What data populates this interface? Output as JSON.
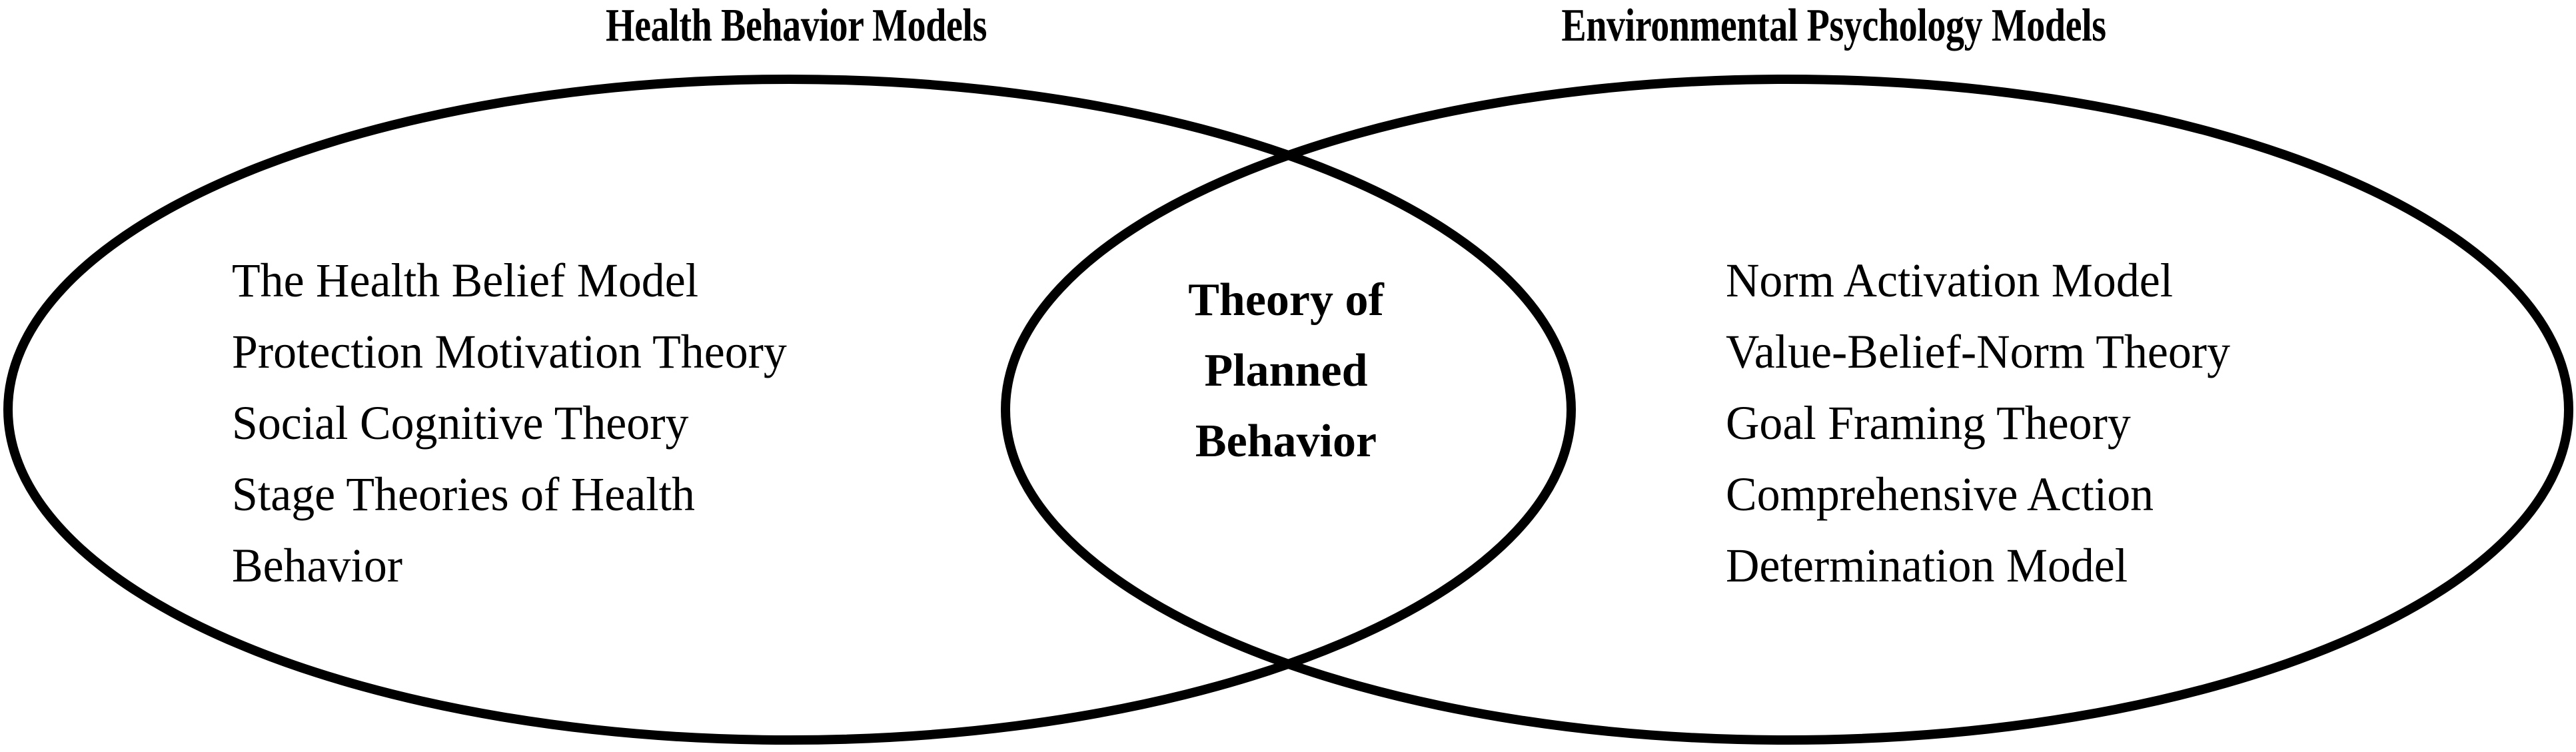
{
  "diagram": {
    "type": "venn",
    "background_color": "#ffffff",
    "stroke_color": "#000000",
    "stroke_width": 14
  },
  "titles": {
    "left": "Health Behavior Models",
    "right": "Environmental Psychology Models"
  },
  "left_set": {
    "label": "Health Behavior Models",
    "items": [
      {
        "line1": "The Health Belief Model",
        "line2": ""
      },
      {
        "line1": "Protection Motivation Theory",
        "line2": ""
      },
      {
        "line1": "Social Cognitive Theory",
        "line2": ""
      },
      {
        "line1": "Stage Theories of Health",
        "line2": "Behavior"
      }
    ]
  },
  "right_set": {
    "label": "Environmental Psychology Models",
    "items": [
      {
        "line1": "Norm Activation Model",
        "line2": ""
      },
      {
        "line1": "Value-Belief-Norm Theory",
        "line2": ""
      },
      {
        "line1": "Goal Framing Theory",
        "line2": ""
      },
      {
        "line1": "Comprehensive Action",
        "line2": "Determination Model"
      }
    ]
  },
  "intersection": {
    "lines": [
      "Theory of",
      "Planned",
      "Behavior"
    ],
    "full_text": "Theory of Planned Behavior"
  }
}
